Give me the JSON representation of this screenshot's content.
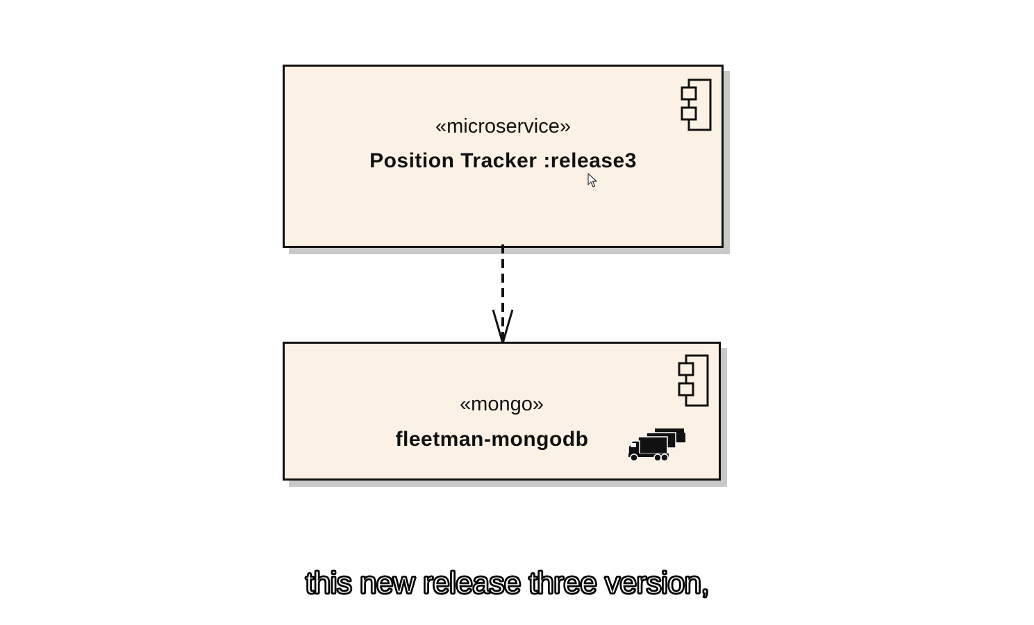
{
  "diagram": {
    "components": [
      {
        "id": "position-tracker",
        "stereotype": "«microservice»",
        "name": "Position Tracker :release3",
        "icon": "component-icon"
      },
      {
        "id": "fleetman-mongodb",
        "stereotype": "«mongo»",
        "name": "fleetman-mongodb",
        "icon": "component-icon",
        "badge_icon": "trucks-icon"
      }
    ],
    "relationships": [
      {
        "type": "dependency",
        "style": "dashed",
        "arrowhead": "open",
        "from": "position-tracker",
        "to": "fleetman-mongodb"
      }
    ],
    "colors": {
      "component_fill": "#fbf1e4",
      "component_border": "#111111",
      "shadow": "#c9c9c9"
    }
  },
  "subtitle": {
    "text": "this new release three version,"
  }
}
